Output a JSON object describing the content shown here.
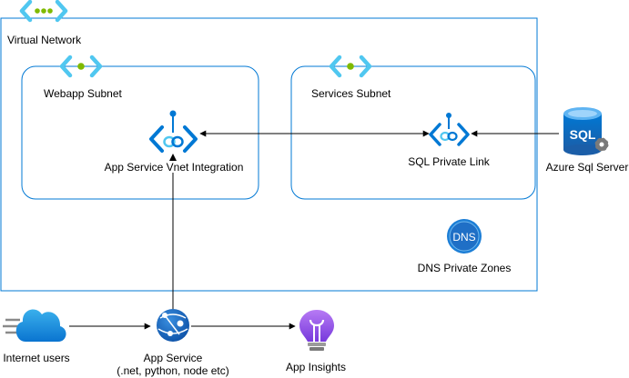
{
  "diagram": {
    "virtual_network": {
      "label": "Virtual Network",
      "border_color": "#0078d4"
    },
    "webapp_subnet": {
      "label": "Webapp Subnet",
      "border_color": "#0078d4"
    },
    "services_subnet": {
      "label": "Services Subnet",
      "border_color": "#0078d4"
    },
    "nodes": {
      "vnet_integration": {
        "label": "App Service Vnet Integration",
        "icon": "private-link-icon"
      },
      "sql_private_link": {
        "label": "SQL Private Link",
        "icon": "private-link-icon"
      },
      "azure_sql": {
        "label": "Azure Sql Server",
        "icon": "sql-server-icon",
        "icon_text": "SQL"
      },
      "dns_zones": {
        "label": "DNS Private Zones",
        "icon": "dns-zone-icon",
        "icon_text": "DNS"
      },
      "internet_users": {
        "label": "Internet users",
        "icon": "cloud-icon"
      },
      "app_service": {
        "label": "App Service",
        "sublabel": "(.net, python, node etc)",
        "icon": "app-service-icon"
      },
      "app_insights": {
        "label": "App Insights",
        "icon": "app-insights-icon"
      }
    },
    "colors": {
      "azure_blue": "#0078d4",
      "icon_light_blue": "#50c7f0",
      "vnet_green": "#7fba00",
      "insights_purple": "#8661c5"
    }
  }
}
